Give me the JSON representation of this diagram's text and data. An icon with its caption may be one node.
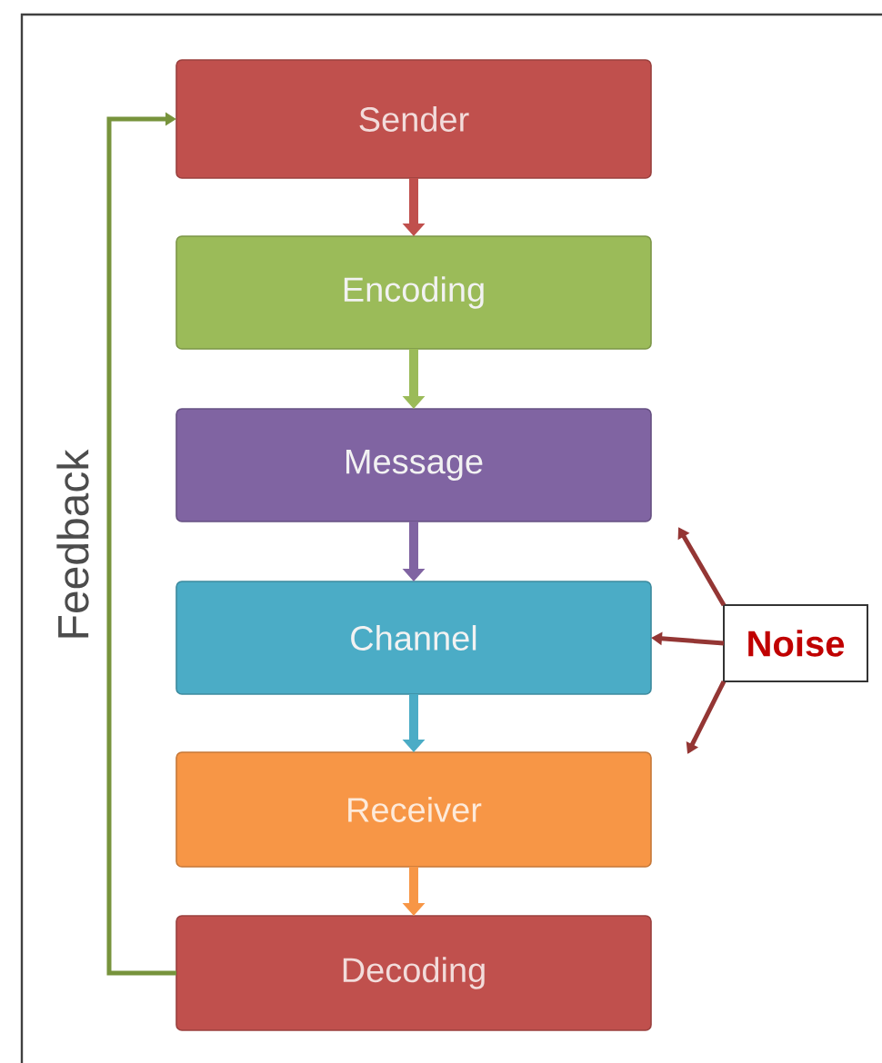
{
  "diagram": {
    "nodes": [
      {
        "text": [
          "Sender"
        ]
      },
      {
        "text": [
          "Encoding"
        ]
      },
      {
        "text": [
          "Message"
        ]
      },
      {
        "text": [
          "Channel"
        ]
      },
      {
        "text": [
          "Receiver"
        ]
      },
      {
        "text": [
          "Decoding"
        ]
      },
      {
        "text": [
          "Noise"
        ]
      }
    ],
    "edges": [
      {
        "from": 0,
        "to": 1,
        "arrow": "to",
        "color": "#c0504d"
      },
      {
        "from": 1,
        "to": 2,
        "arrow": "to",
        "color": "#9bbb59"
      },
      {
        "from": 2,
        "to": 3,
        "arrow": "to",
        "color": "#8064a2"
      },
      {
        "from": 3,
        "to": 4,
        "arrow": "to",
        "color": "#4bacc6"
      },
      {
        "from": 4,
        "to": 5,
        "arrow": "to",
        "color": "#f79646"
      },
      {
        "from": 5,
        "to": 0,
        "arrow": "to",
        "label": "Feedback",
        "color": "#77933c"
      },
      {
        "from": 6,
        "to": null,
        "arrow": "to",
        "color": "#943634"
      },
      {
        "from": 6,
        "to": 3,
        "arrow": "to",
        "color": "#943634"
      },
      {
        "from": 6,
        "to": null,
        "arrow": "to",
        "color": "#943634"
      }
    ]
  }
}
